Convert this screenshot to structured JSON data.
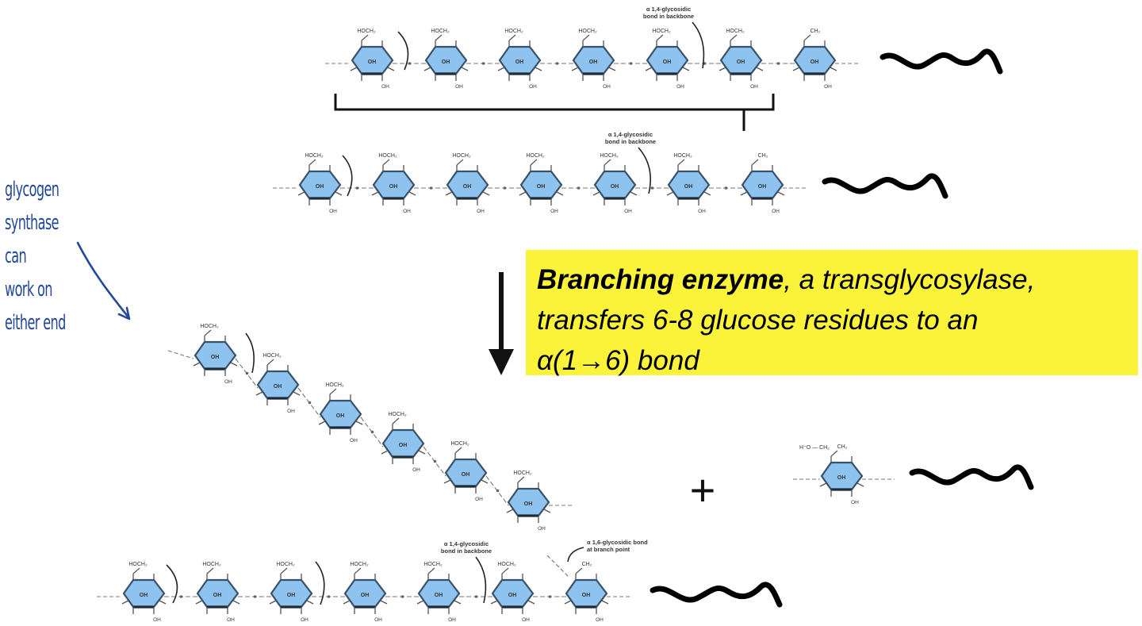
{
  "caption": {
    "bold": "Branching enzyme",
    "rest_line1": ", a transglycosylase,",
    "line2": "transfers 6-8 glucose residues to an",
    "line3": "α(1→6) bond"
  },
  "plus_sign": "+",
  "handwritten_note": [
    "glycogen",
    "synthase",
    "can",
    "work on",
    "either end"
  ],
  "labels": {
    "alpha14_backbone": [
      "α 1,4-glycosidic",
      "bond in backbone"
    ],
    "alpha16_branch": [
      "α 1,6-glycosidic bond",
      "at branch point"
    ],
    "ring_center": "OH",
    "hoch2": "HOCH₂",
    "ch2": "CH₂",
    "oh": "OH",
    "ho_ch2": "H⁺O — CH₂"
  },
  "colors": {
    "ring_fill": "#8ec3ef",
    "ring_stroke": "#3a5066",
    "caption_bg": "#fbf33a",
    "note_ink": "#23489a",
    "squiggle": "#000000"
  }
}
